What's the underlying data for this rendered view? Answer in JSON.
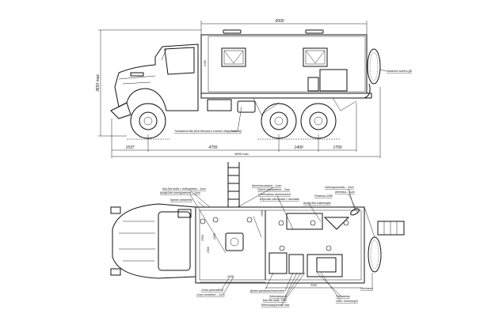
{
  "side_view": {
    "dimensions": {
      "box_length": "6000",
      "box_height": "2100",
      "overall_height": "3650 max",
      "front_overhang": "1537",
      "wheelbase": "4755",
      "tandem": "1400",
      "rear_overhang": "1750",
      "overall_length": "9600 max"
    },
    "labels": {
      "spare_wheel": "Запасное колесо ДК",
      "fuel_tank": "Топливный бак (для бензина в отсеке оборудования)"
    }
  },
  "plan_view": {
    "dimensions": {
      "box_width": "2500",
      "inner_width": "2290",
      "cab_width": "2550",
      "compartment_1": "2250",
      "compartment_2": "2330",
      "partition": "1200"
    },
    "labels_top": [
      "Бак для воды с подогревом – 1шт",
      "Шкаф для инструмента – 1шт",
      "Кресло водителя",
      "Антенна-мачта – 1шт",
      "Пульт управления – 2шт",
      "Светильник потолочный",
      "Верстак слесарный с тисками",
      "Шкаф для инвентаря",
      "Огнетушитель – 2шт",
      "Аптечка – 1шт",
      "Розетка 220В"
    ],
    "labels_bottom": [
      "Стол раскладной",
      "Стул складной – 2шт",
      "Диван-кровать",
      "Отопитель",
      "Электрощит",
      "Бак для воды 100л",
      "Вентиляционный люк",
      "Генератор",
      "Люк с лестницей",
      "Лестница"
    ]
  }
}
